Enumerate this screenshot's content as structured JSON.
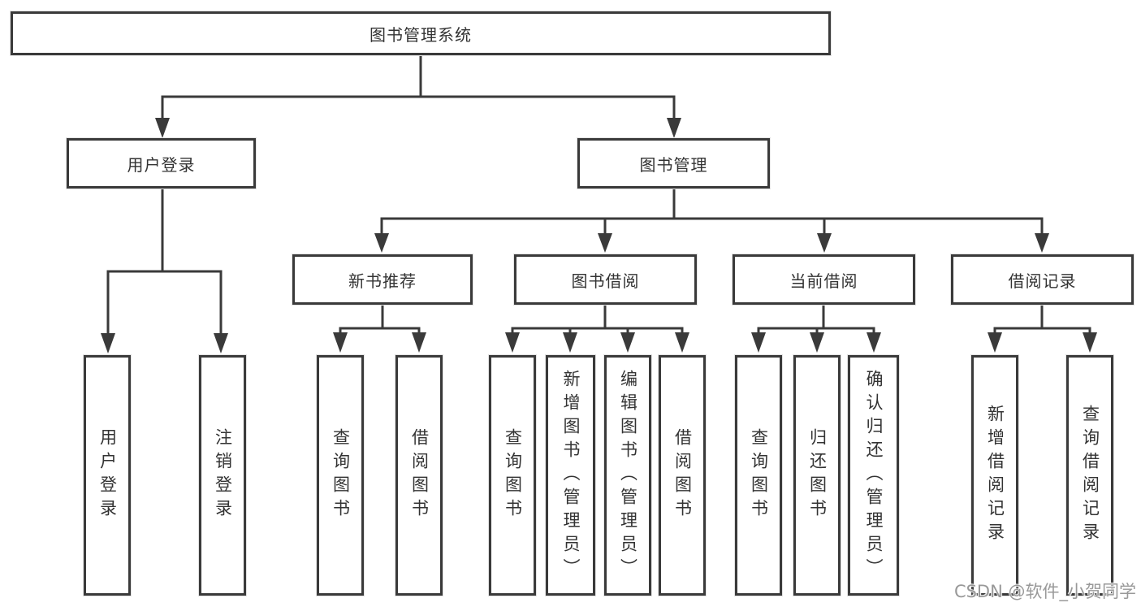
{
  "tree": {
    "root": "图书管理系统",
    "level2": [
      "用户登录",
      "图书管理"
    ],
    "level3": [
      "新书推荐",
      "图书借阅",
      "当前借阅",
      "借阅记录"
    ],
    "leaves": [
      "用户登录",
      "注销登录",
      "查询图书",
      "借阅图书",
      "查询图书",
      "新增图书（管理员）",
      "编辑图书（管理员）",
      "借阅图书",
      "查询图书",
      "归还图书",
      "确认归还（管理员）",
      "新增借阅记录",
      "查询借阅记录"
    ]
  },
  "watermark": {
    "text": "CSDN @软件_小贺同学"
  },
  "colors": {
    "line": "#3a3a3a",
    "text": "#333333",
    "watermark": "#999999",
    "box_background": "#ffffff"
  }
}
